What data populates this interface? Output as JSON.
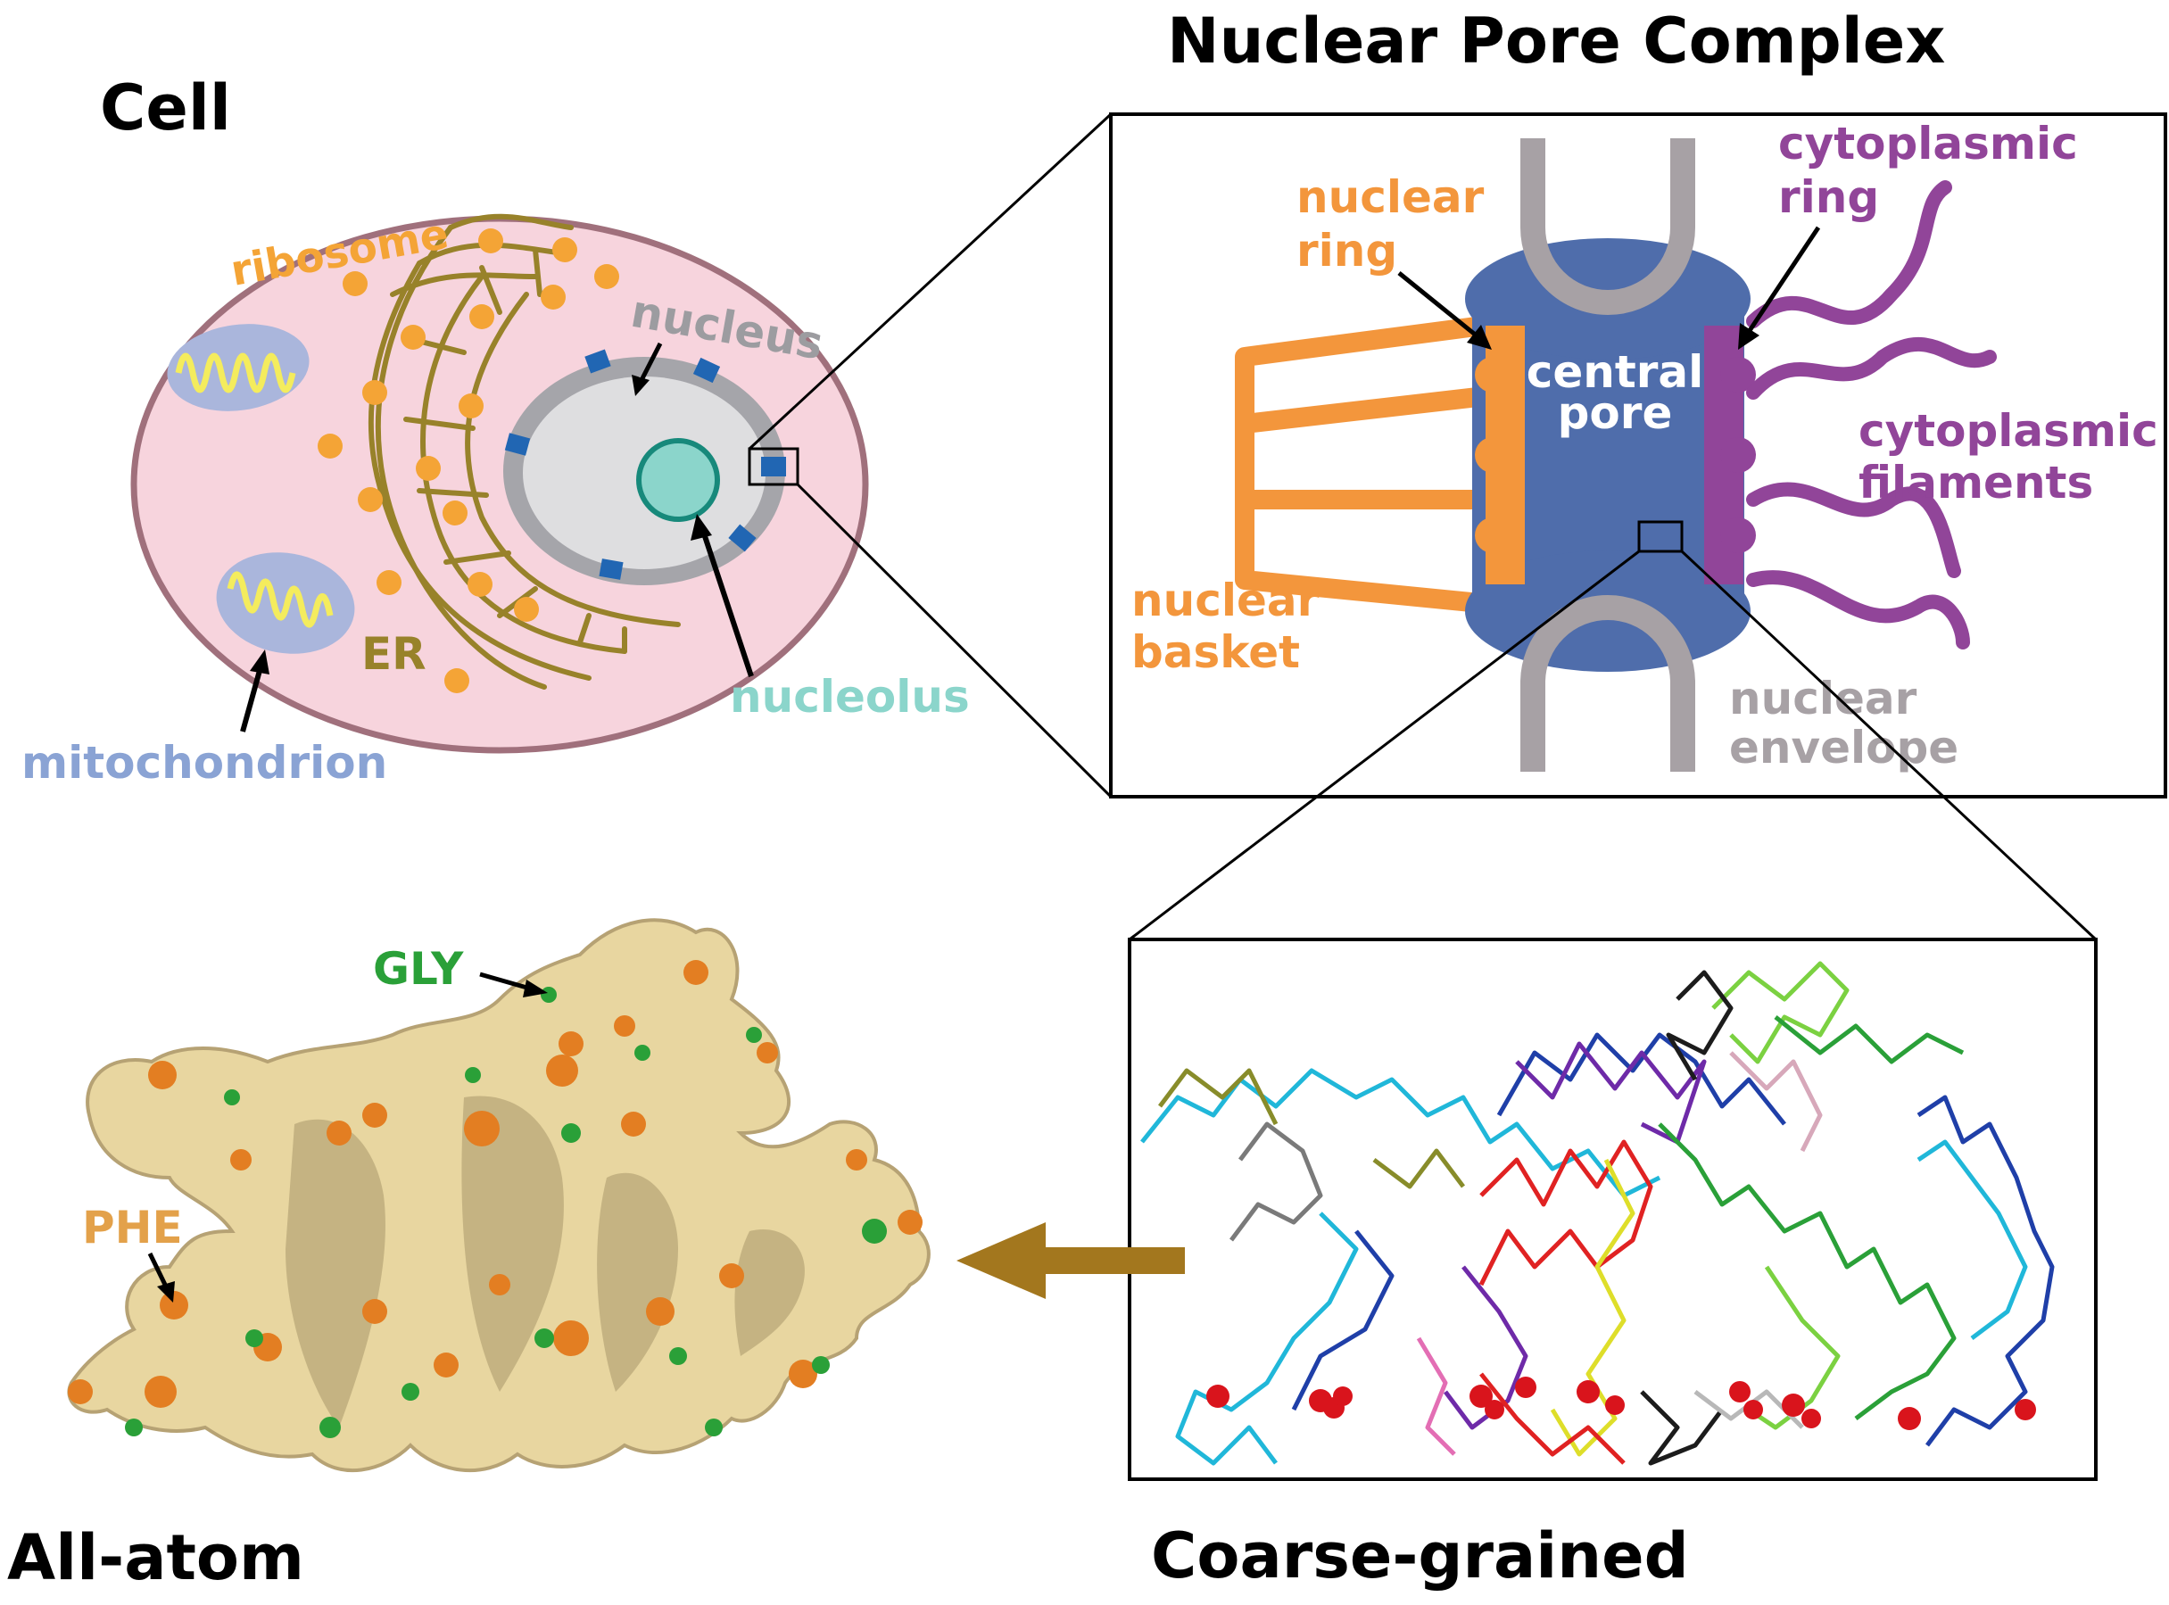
{
  "cell_panel": {
    "title": "Cell",
    "labels": {
      "ribosome": "ribosome",
      "nucleus": "nucleus",
      "er": "ER",
      "nucleolus": "nucleolus",
      "mitochondrion": "mitochondrion"
    }
  },
  "npc_panel": {
    "title": "Nuclear Pore Complex",
    "labels": {
      "nuclear_ring_1": "nuclear",
      "nuclear_ring_2": "ring",
      "cytoplasmic_ring_1": "cytoplasmic",
      "cytoplasmic_ring_2": "ring",
      "central_pore_1": "central",
      "central_pore_2": "pore",
      "cytoplasmic_filaments_1": "cytoplasmic",
      "cytoplasmic_filaments_2": "filaments",
      "nuclear_basket_1": "nuclear",
      "nuclear_basket_2": "basket",
      "nuclear_envelope_1": "nuclear",
      "nuclear_envelope_2": "envelope"
    }
  },
  "allatom_panel": {
    "title": "All-atom",
    "labels": {
      "gly": "GLY",
      "phe": "PHE"
    }
  },
  "cg_panel": {
    "title": "Coarse-grained"
  },
  "colors": {
    "cell_fill": "#f7d4dd",
    "cell_border": "#a0707c",
    "ribosome": "#f4a436",
    "er": "#98822a",
    "nucleus_ring": "#a5a5aa",
    "nucleus_fill": "#dedee0",
    "nucleolus": "#8bd5cb",
    "nucleolus_border": "#17897b",
    "pore_blue": "#2166b3",
    "mito_fill": "#aab6dc",
    "mito_crista": "#f4ec5d",
    "npc_blue": "#4f6dab",
    "npc_orange": "#f3963c",
    "npc_purple": "#914599",
    "envelope_gray": "#a7a1a5",
    "protein_surface": "#e8d6a0",
    "gly_green": "#2aa038",
    "phe_orange": "#e37e22",
    "arrow_gold": "#a3771e"
  }
}
